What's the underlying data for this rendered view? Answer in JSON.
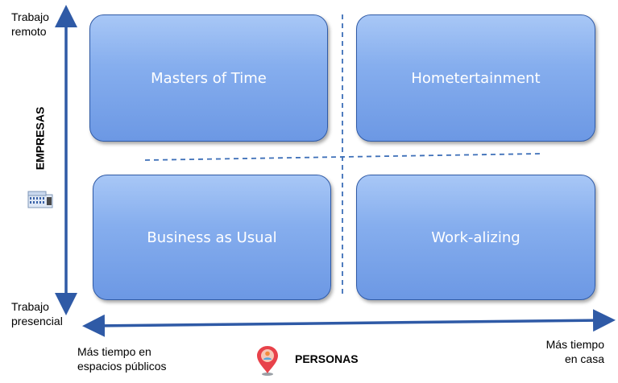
{
  "axes": {
    "vertical_title": "EMPRESAS",
    "vertical_top_label": "Trabajo\nremoto",
    "vertical_top_line1": "Trabajo",
    "vertical_top_line2": "remoto",
    "vertical_bottom_line1": "Trabajo",
    "vertical_bottom_line2": "presencial",
    "horizontal_title": "PERSONAS",
    "horizontal_left_line1": "Más tiempo en",
    "horizontal_left_line2": "espacios públicos",
    "horizontal_right_line1": "Más tiempo",
    "horizontal_right_line2": "en casa"
  },
  "quadrants": {
    "top_left": "Masters of Time",
    "top_right": "Hometertainment",
    "bottom_left": "Business as Usual",
    "bottom_right": "Work-alizing"
  },
  "icons": {
    "company": "building-icon",
    "people": "location-pin-person-icon"
  },
  "colors": {
    "axis": "#2f5aa6",
    "box_top": "#a8c7f6",
    "box_bottom": "#6c98e4",
    "box_border": "#2f5aa6",
    "dashed": "#3d6fb8",
    "pin_red": "#e8424a"
  }
}
